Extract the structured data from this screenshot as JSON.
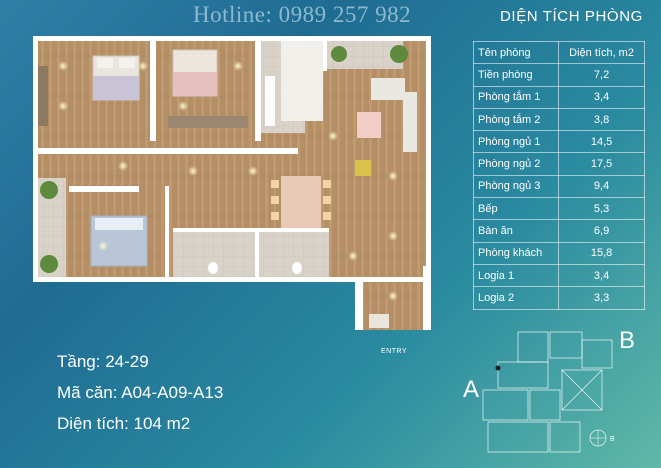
{
  "hotline": "Hotline: 0989 257 982",
  "table": {
    "title": "DIỆN TÍCH PHÒNG",
    "header": {
      "name": "Tên phòng",
      "area": "Diện tích, m2"
    },
    "rows": [
      {
        "name": "Tiền phòng",
        "area": "7,2"
      },
      {
        "name": "Phòng tắm 1",
        "area": "3,4"
      },
      {
        "name": "Phòng tắm 2",
        "area": "3,8"
      },
      {
        "name": "Phòng ngủ 1",
        "area": "14,5"
      },
      {
        "name": "Phòng ngủ 2",
        "area": "17,5"
      },
      {
        "name": "Phòng ngủ 3",
        "area": "9,4"
      },
      {
        "name": "Bếp",
        "area": "5,3"
      },
      {
        "name": "Bàn ăn",
        "area": "6,9"
      },
      {
        "name": "Phòng khách",
        "area": "15,8"
      },
      {
        "name": "Logia 1",
        "area": "3,4"
      },
      {
        "name": "Logia 2",
        "area": "3,3"
      }
    ]
  },
  "info": {
    "floor": "Tầng: 24-29",
    "unit_code": "Mã căn: A04-A09-A13",
    "area": "Diện tích: 104 m2"
  },
  "plan": {
    "entry_label": "ENTRY"
  },
  "keyplan": {
    "label_a": "A",
    "label_b": "B",
    "compass_label": "B"
  },
  "colors": {
    "wall": "#ffffff",
    "wood_floor": "#b9946a",
    "tile_floor": "#d9d4cc",
    "background_top": "#1f6c93",
    "background_bottom": "#5fb8a8"
  }
}
